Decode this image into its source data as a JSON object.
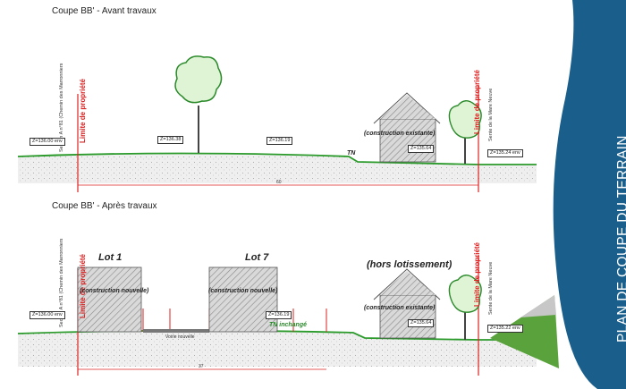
{
  "section_before": {
    "title": "Coupe BB' - Avant travaux",
    "left_parcel": "Section A n°81 (Chemin des Marronniers",
    "limit_label": "Limite de propriété",
    "right_parcel": "Sente de la Mare Neuve",
    "elev_left": "Z=136.00 env",
    "elev_tree": "Z=136.38",
    "elev_mid": "Z=136.19",
    "elev_house": "Z=135.64",
    "elev_right": "Z=135.24 env",
    "tn_label": "TN",
    "house_label": "(construction existante)",
    "dimension": "60"
  },
  "section_after": {
    "title": "Coupe BB' - Après travaux",
    "left_parcel": "Section A n°81 (Chemin des Marronniers",
    "limit_label": "Limite de propriété",
    "right_parcel": "Sente de la Mare Neuve",
    "lot1": "Lot 1",
    "lot7": "Lot 7",
    "hors_label": "(hors lotissement)",
    "new_construction_1": "(construction nouvelle)",
    "new_construction_2": "(construction nouvelle)",
    "house_label": "(construction existante)",
    "road_label": "Voirie nouvelle",
    "tn_label": "TN inchangé",
    "elev_left": "Z=136.00 env",
    "elev_mid": "Z=136.19",
    "elev_house": "Z=135.64",
    "elev_right": "Z=135.22 env",
    "dimension": "37"
  },
  "side_panel": {
    "label": "PLAN DE COUPE DU TERRAIN",
    "color": "#1a5f8c",
    "pointer_color": "#5aa33c"
  }
}
